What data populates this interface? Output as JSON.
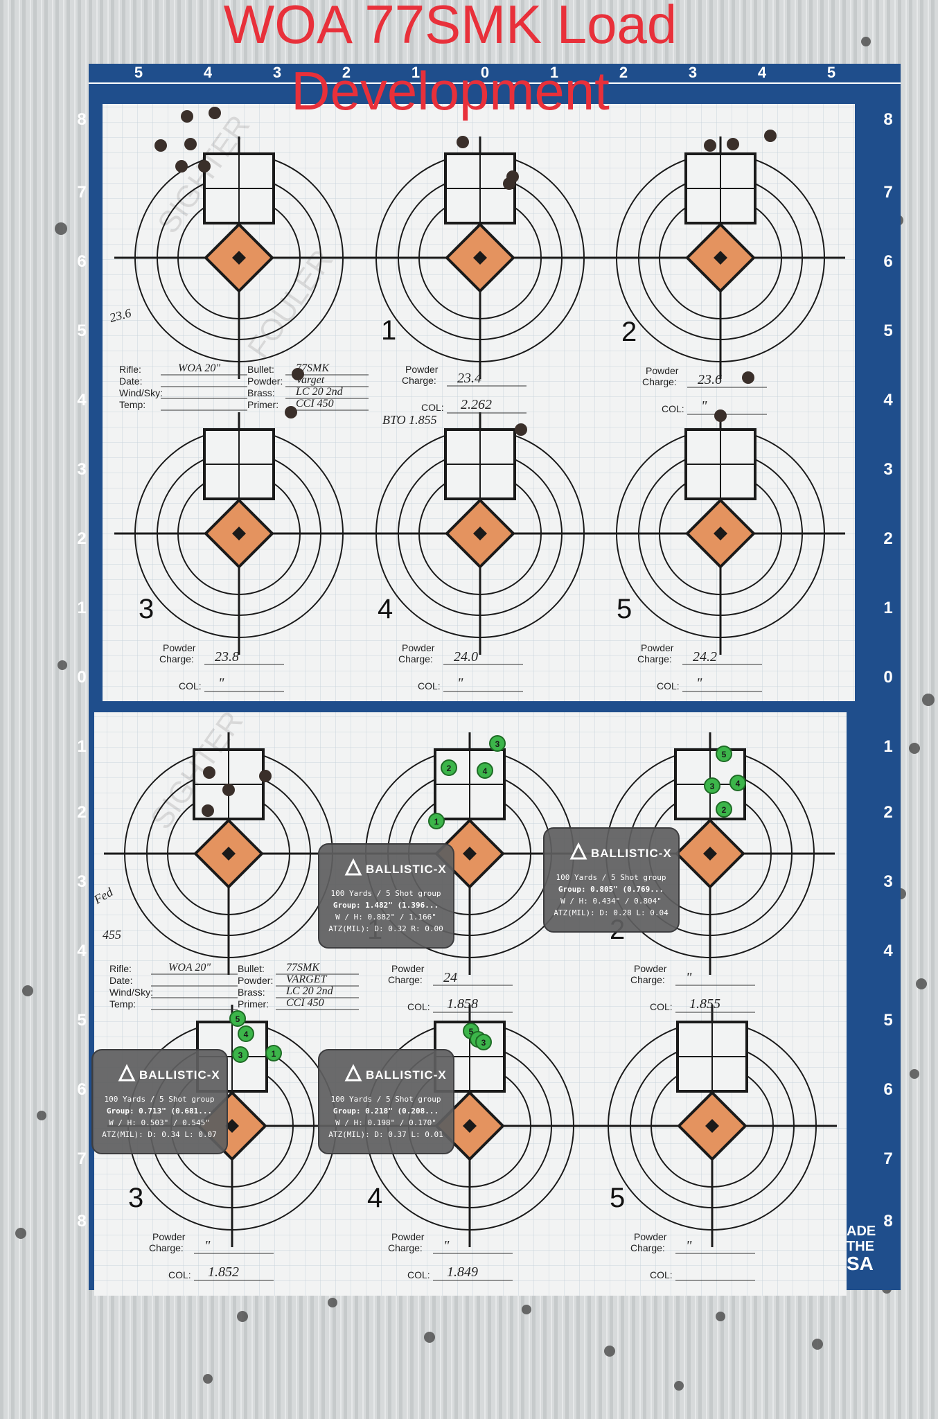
{
  "title": "WOA 77SMK Load Development",
  "sheet1": {
    "rifle": "WOA 20\"",
    "bullet": "77SMK",
    "powder": "Varget",
    "brass": "LC 20 2nd",
    "primer": "CCI 450",
    "margin_note": "23.6",
    "bto_note": "BTO 1.855",
    "targets": [
      {
        "num": "1",
        "charge": "23.4",
        "col": "2.262"
      },
      {
        "num": "2",
        "charge": "23.6",
        "col": "\""
      },
      {
        "num": "3",
        "charge": "23.8",
        "col": "\""
      },
      {
        "num": "4",
        "charge": "24.0",
        "col": "\""
      },
      {
        "num": "5",
        "charge": "24.2",
        "col": "\""
      }
    ]
  },
  "sheet2": {
    "rifle": "WOA 20\"",
    "bullet": "77SMK",
    "powder": "VARGET",
    "brass": "LC 20 2nd",
    "primer": "CCI 450",
    "margin_note_1": "Fed",
    "margin_note_2": "455",
    "targets": [
      {
        "num": "1",
        "charge": "24",
        "col": "1.858"
      },
      {
        "num": "2",
        "charge": "\"",
        "col": "1.855"
      },
      {
        "num": "3",
        "charge": "\"",
        "col": "1.852"
      },
      {
        "num": "4",
        "charge": "\"",
        "col": "1.849"
      },
      {
        "num": "5",
        "charge": "\"",
        "col": ""
      }
    ]
  },
  "labels": {
    "rifle": "Rifle:",
    "date": "Date:",
    "wind": "Wind/Sky:",
    "temp": "Temp:",
    "bullet": "Bullet:",
    "powder": "Powder:",
    "brass": "Brass:",
    "primer": "Primer:",
    "powder_charge_1": "Powder",
    "powder_charge_2": "Charge:",
    "col": "COL:",
    "watermark_1": "SIGHTER",
    "watermark_2": "FOULER"
  },
  "ballistic_boxes": [
    {
      "brand": "BALLISTIC-X",
      "line1": "100 Yards / 5 Shot group",
      "line2": "Group: 1.482\" (1.396...",
      "line3": "W / H: 0.882\" / 1.166\"",
      "line4": "ATZ(MIL): D: 0.32 R: 0.00"
    },
    {
      "brand": "BALLISTIC-X",
      "line1": "100 Yards / 5 Shot group",
      "line2": "Group: 0.805\" (0.769...",
      "line3": "W / H: 0.434\" / 0.804\"",
      "line4": "ATZ(MIL): D: 0.28 L: 0.04"
    },
    {
      "brand": "BALLISTIC-X",
      "line1": "100 Yards / 5 Shot group",
      "line2": "Group: 0.713\" (0.681...",
      "line3": "W / H: 0.503\" / 0.545\"",
      "line4": "ATZ(MIL): D: 0.34 L: 0.07"
    },
    {
      "brand": "BALLISTIC-X",
      "line1": "100 Yards / 5 Shot group",
      "line2": "Group: 0.218\" (0.208...",
      "line3": "W / H: 0.198\" / 0.170\"",
      "line4": "ATZ(MIL): D: 0.37 L: 0.01"
    }
  ],
  "ruler": {
    "top": [
      "5",
      "4",
      "3",
      "2",
      "1",
      "0",
      "1",
      "2",
      "3",
      "4",
      "5"
    ],
    "left": [
      "8",
      "7",
      "6",
      "5",
      "4",
      "3",
      "2",
      "1",
      "0",
      "1",
      "2",
      "3",
      "4",
      "5",
      "6",
      "7",
      "8"
    ]
  },
  "made_in": {
    "line1": "ADE",
    "line2": "THE",
    "line3": "SA"
  },
  "colors": {
    "title": "#e8303a",
    "board_blue": "#1f4e8c",
    "diamond": "#e4935f",
    "marker_green": "#3cb54a",
    "box_bg": "#5e5e60"
  }
}
